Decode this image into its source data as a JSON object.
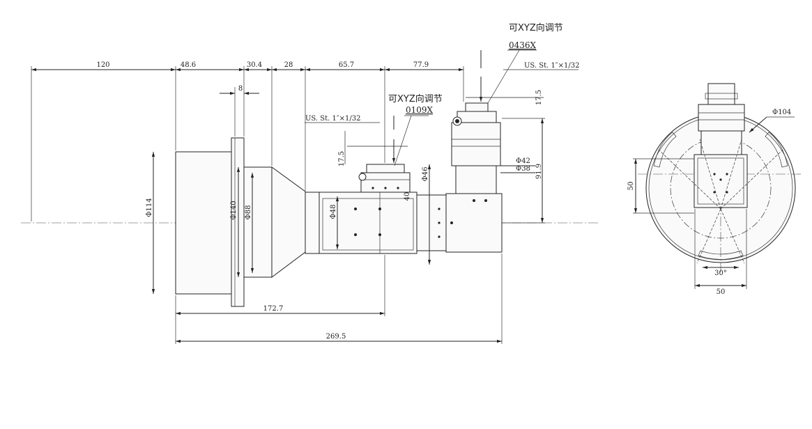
{
  "dimensions": {
    "d120": "120",
    "d48_6": "48.6",
    "d30_4": "30.4",
    "d28": "28",
    "d65_7": "65.7",
    "d77_9": "77.9",
    "d8": "8",
    "d17_5a": "17.5",
    "d17_5b": "17.5",
    "d91_9": "91.9",
    "d172_7": "172.7",
    "d269_5": "269.5",
    "dia114": "Φ114",
    "dia140": "Φ140",
    "dia88": "Φ88",
    "dia48": "Φ48",
    "dia46": "Φ46",
    "d40": "40",
    "dia42": "Φ42",
    "dia38": "Φ38",
    "dia104": "Φ104",
    "d50v": "50",
    "d50h": "50",
    "d30deg": "30°"
  },
  "annotations": {
    "xyz_top": "可XYZ向调节",
    "part_0436": "0436X",
    "thread_top": "US. St. 1″×1/32",
    "xyz_mid": "可XYZ向调节",
    "part_0109": "0109X",
    "thread_mid": "US. St. 1″×1/32"
  }
}
